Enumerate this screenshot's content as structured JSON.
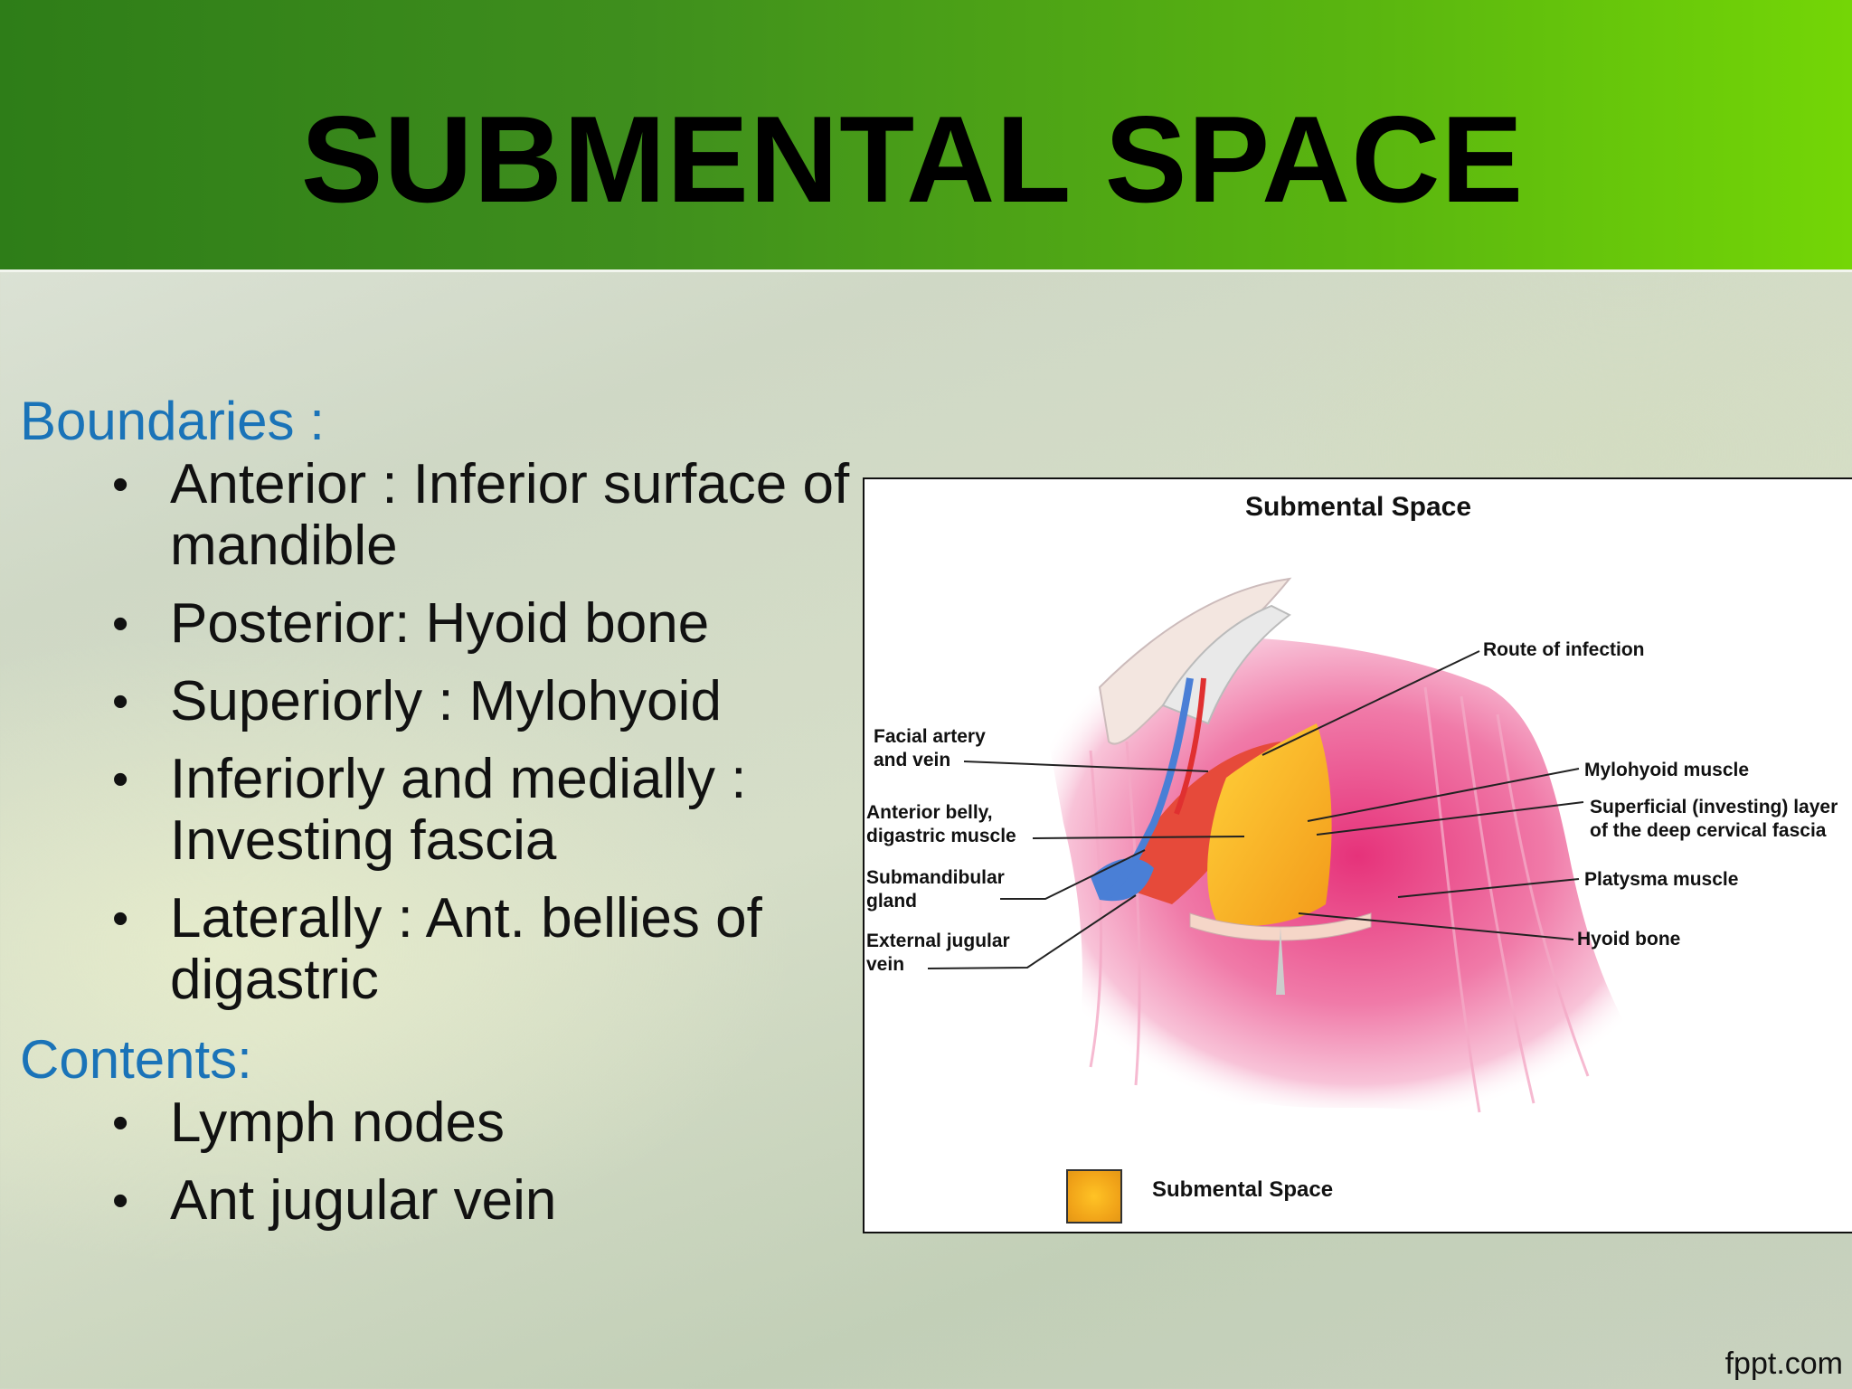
{
  "title": "SUBMENTAL SPACE",
  "boundaries": {
    "heading": "Boundaries :",
    "items": [
      "Anterior : Inferior surface of mandible",
      "Posterior: Hyoid bone",
      "Superiorly : Mylohyoid",
      "Inferiorly and medially : Investing fascia",
      "Laterally : Ant. bellies of digastric"
    ]
  },
  "contents": {
    "heading": "Contents:",
    "items": [
      "Lymph nodes",
      "Ant jugular vein"
    ]
  },
  "bullet": "•",
  "figure": {
    "title": "Submental Space",
    "labels": {
      "route": "Route of infection",
      "facial": "Facial artery\nand vein",
      "mylohyoid": "Mylohyoid muscle",
      "anterior_belly": "Anterior belly,\ndigastric muscle",
      "superficial": "Superficial (investing) layer\nof the deep cervical fascia",
      "submandibular": "Submandibular\ngland",
      "platysma": "Platysma muscle",
      "external_jugular": "External jugular\nvein",
      "hyoid": "Hyoid bone"
    },
    "legend": "Submental Space"
  },
  "footer": "fppt.com"
}
